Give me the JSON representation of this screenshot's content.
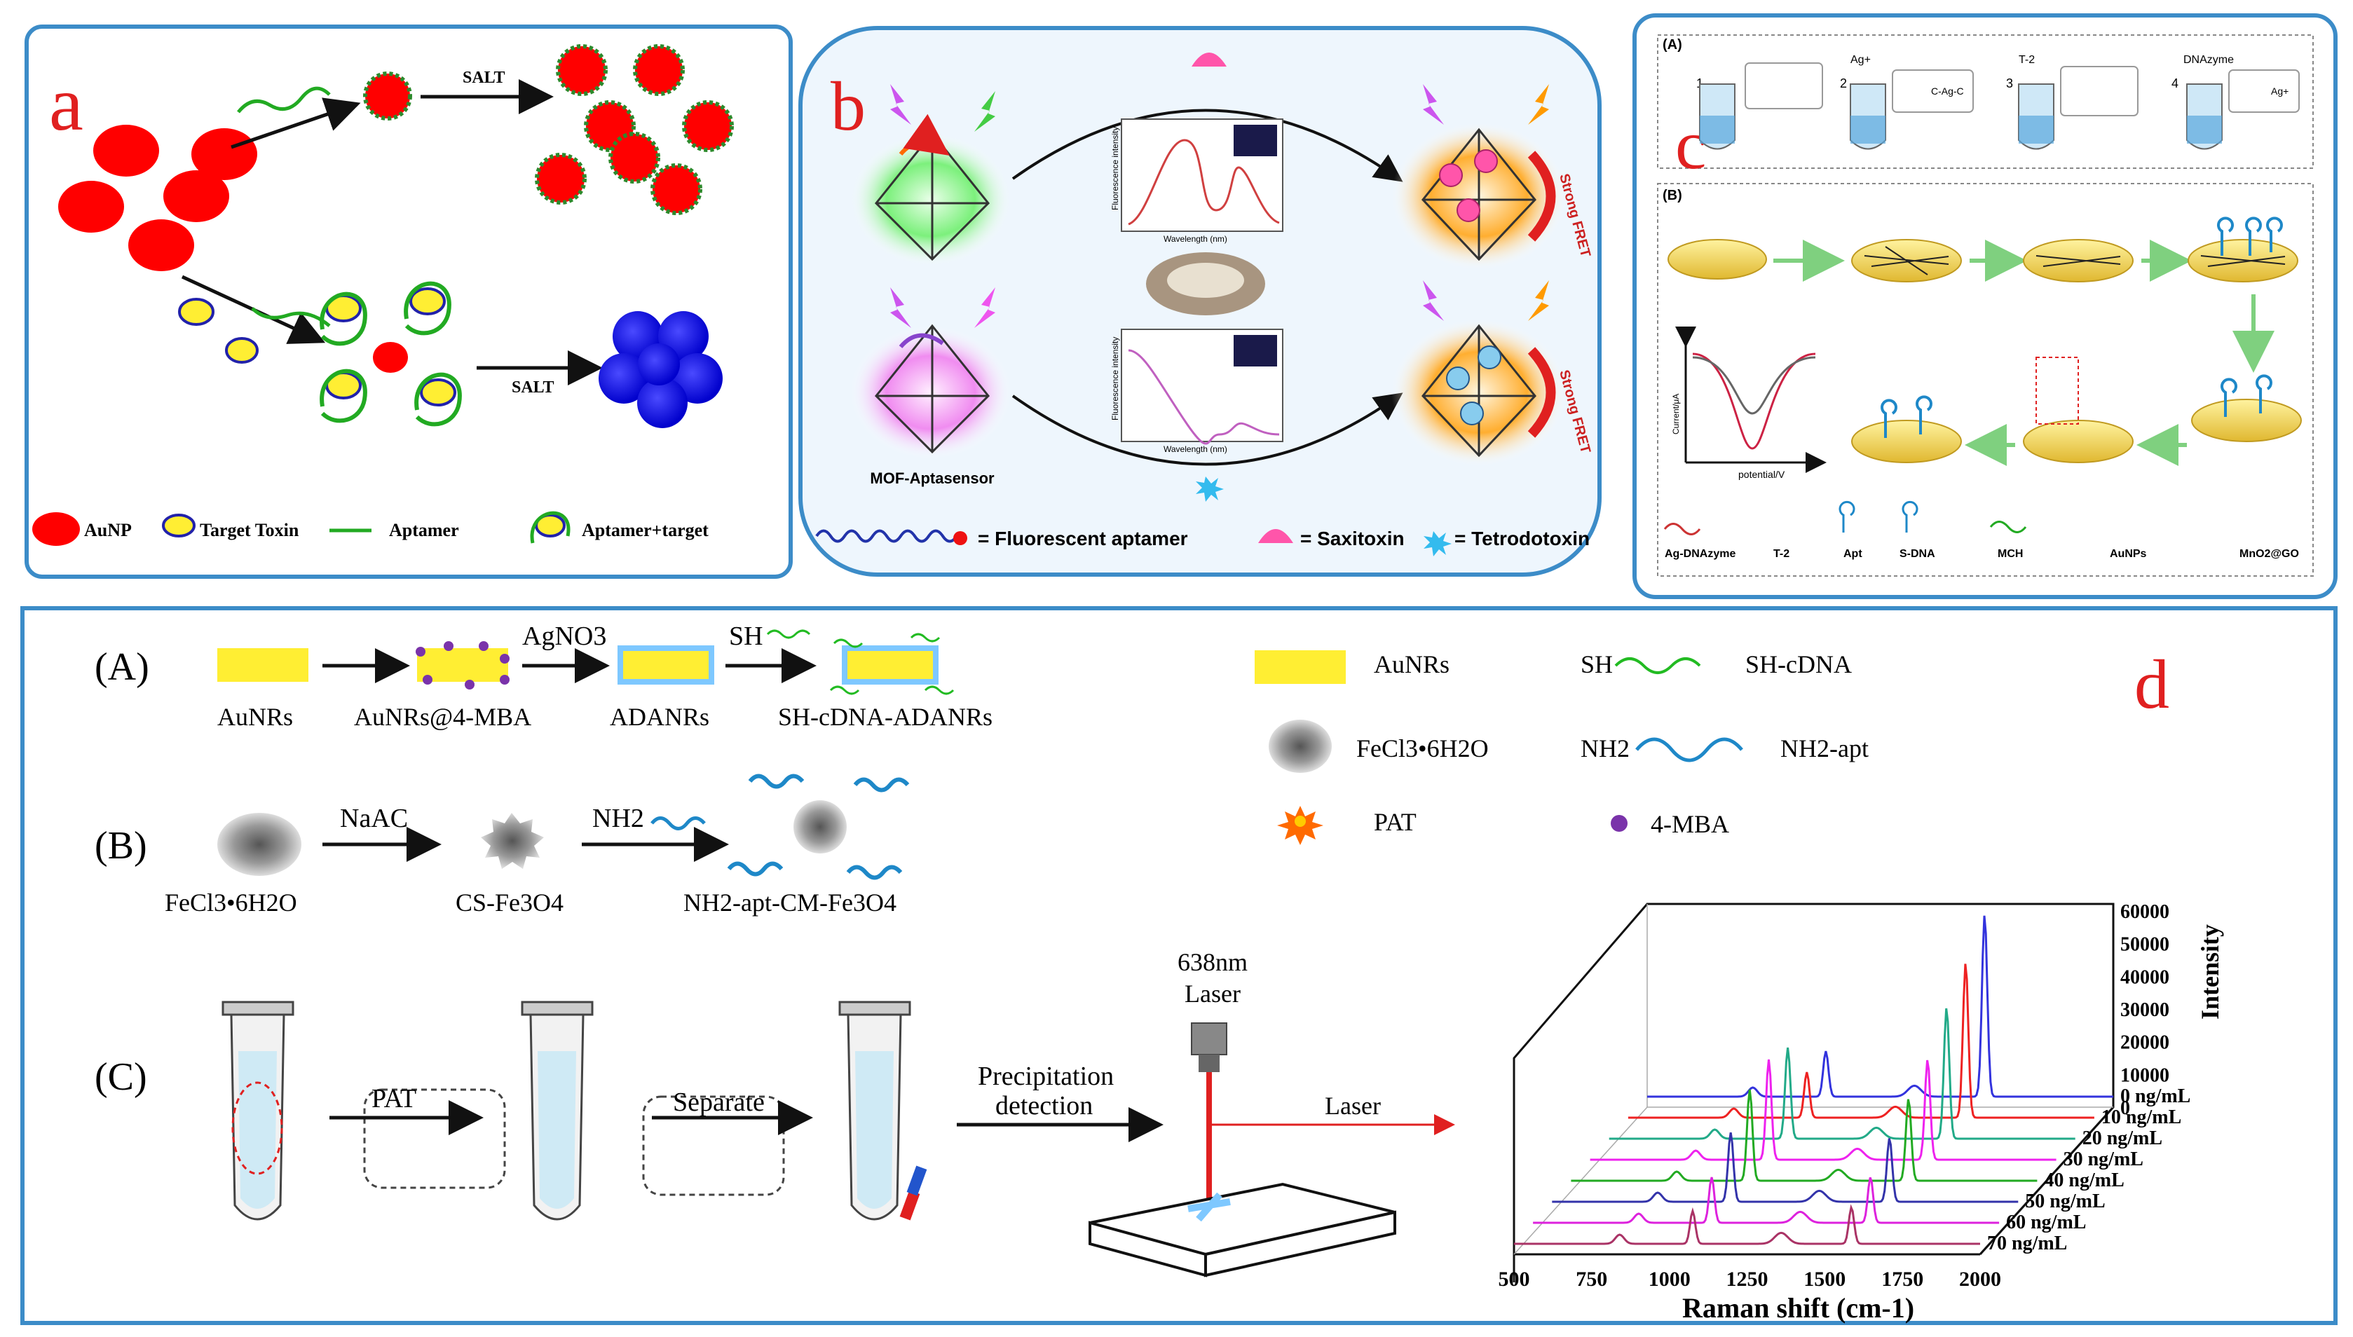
{
  "panels": {
    "a": {
      "letter": "a",
      "salt_top": "SALT",
      "salt_bottom": "SALT",
      "legend": {
        "aunp": "AuNP",
        "target": "Target Toxin",
        "aptamer": "Aptamer",
        "complex": "Aptamer+target"
      }
    },
    "b": {
      "letter": "b",
      "ylabel": "Fluorescence intensity",
      "xlabel": "Wavelength (nm)",
      "fret_label": "Strong FRET",
      "mof_label": "MOF-Aptasensor",
      "legend": {
        "aptamer": "= Fluorescent aptamer",
        "saxitoxin": "= Saxitoxin",
        "tetrodotoxin": "= Tetrodotoxin"
      }
    },
    "c": {
      "letter": "c",
      "section_a": "(A)",
      "section_b": "(B)",
      "steps": [
        {
          "num": "1",
          "label": ""
        },
        {
          "num": "2",
          "label": "Ag+"
        },
        {
          "num": "3",
          "label": "T-2"
        },
        {
          "num": "4",
          "label": "DNAzyme"
        }
      ],
      "tube2_text": "C-Ag-C",
      "tube4_text": "Ag+",
      "ylabel": "Current/μA",
      "xlabel": "potential/V",
      "legend": [
        "Ag-DNAzyme",
        "T-2",
        "Apt",
        "S-DNA",
        "MCH",
        "AuNPs",
        "MnO2@GO"
      ]
    },
    "d": {
      "letter": "d",
      "row_a": {
        "label": "(A)",
        "items": [
          "AuNRs",
          "AuNRs@4-MBA",
          "ADANRs",
          "SH-cDNA-ADANRs"
        ],
        "arrow_top": [
          "",
          "AgNO3",
          "SH"
        ]
      },
      "row_b": {
        "label": "(B)",
        "items": [
          "FeCl3•6H2O",
          "CS-Fe3O4",
          "NH2-apt-CM-Fe3O4"
        ],
        "arrow_top": [
          "NaAC",
          "NH2"
        ]
      },
      "row_c": {
        "label": "(C)",
        "arrows": [
          "PAT",
          "Separate",
          "Precipitation",
          "detection"
        ],
        "laser": "638nm",
        "laser2": "Laser",
        "laser_arrow": "Laser"
      },
      "legend": {
        "aunrs": "AuNRs",
        "sh": "SH",
        "shcdna": "SH-cDNA",
        "fecl3": "FeCl3•6H2O",
        "nh2": "NH2",
        "nh2apt": "NH2-apt",
        "pat": "PAT",
        "mba": "4-MBA"
      }
    }
  },
  "chart_data": {
    "type": "line",
    "title": "",
    "xlabel": "Raman shift (cm-1)",
    "ylabel": "Intensity",
    "xlim": [
      500,
      2000
    ],
    "ylim": [
      0,
      60000
    ],
    "x_ticks": [
      "500",
      "750",
      "1000",
      "1250",
      "1500",
      "1750",
      "2000"
    ],
    "y_ticks": [
      "0",
      "10000",
      "20000",
      "30000",
      "40000",
      "50000",
      "60000"
    ],
    "series": [
      {
        "name": "0 ng/mL",
        "color": "#3333dd",
        "peaks": [
          [
            1075,
            0.25
          ],
          [
            1586,
            1.0
          ]
        ]
      },
      {
        "name": "10 ng/mL",
        "color": "#ee2222",
        "peaks": [
          [
            1075,
            0.25
          ],
          [
            1586,
            0.85
          ]
        ]
      },
      {
        "name": "20 ng/mL",
        "color": "#22aa88",
        "peaks": [
          [
            1075,
            0.5
          ],
          [
            1586,
            0.72
          ]
        ]
      },
      {
        "name": "30 ng/mL",
        "color": "#ee22ee",
        "peaks": [
          [
            1075,
            0.55
          ],
          [
            1586,
            0.55
          ]
        ]
      },
      {
        "name": "40 ng/mL",
        "color": "#22aa22",
        "peaks": [
          [
            1075,
            0.5
          ],
          [
            1586,
            0.45
          ]
        ]
      },
      {
        "name": "50 ng/mL",
        "color": "#3333aa",
        "peaks": [
          [
            1075,
            0.38
          ],
          [
            1586,
            0.35
          ]
        ]
      },
      {
        "name": "60 ng/mL",
        "color": "#dd22dd",
        "peaks": [
          [
            1075,
            0.25
          ],
          [
            1586,
            0.25
          ]
        ]
      },
      {
        "name": "70 ng/mL",
        "color": "#aa3366",
        "peaks": [
          [
            1075,
            0.18
          ],
          [
            1586,
            0.2
          ]
        ]
      }
    ]
  }
}
